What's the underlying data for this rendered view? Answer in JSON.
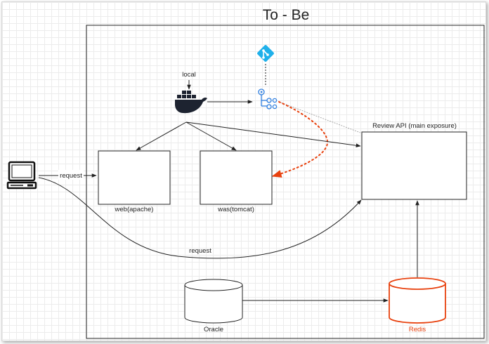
{
  "title": "To - Be",
  "labels": {
    "local": "local",
    "request_top": "request",
    "request_bottom": "request",
    "web": "web(apache)",
    "was": "was(tomcat)",
    "review_api": "Review API (main exposure)",
    "oracle": "Oracle",
    "redis": "Redis"
  },
  "icons": {
    "computer": "computer-icon",
    "docker": "docker-icon",
    "git": "git-icon",
    "github_actions": "github-actions-icon"
  },
  "colors": {
    "redis": "#e8410e",
    "flow_dotted": "#e8410e",
    "git": "#1fb0ea",
    "actions": "#2f7fe0",
    "docker": "#1d2330",
    "line": "#222222"
  }
}
